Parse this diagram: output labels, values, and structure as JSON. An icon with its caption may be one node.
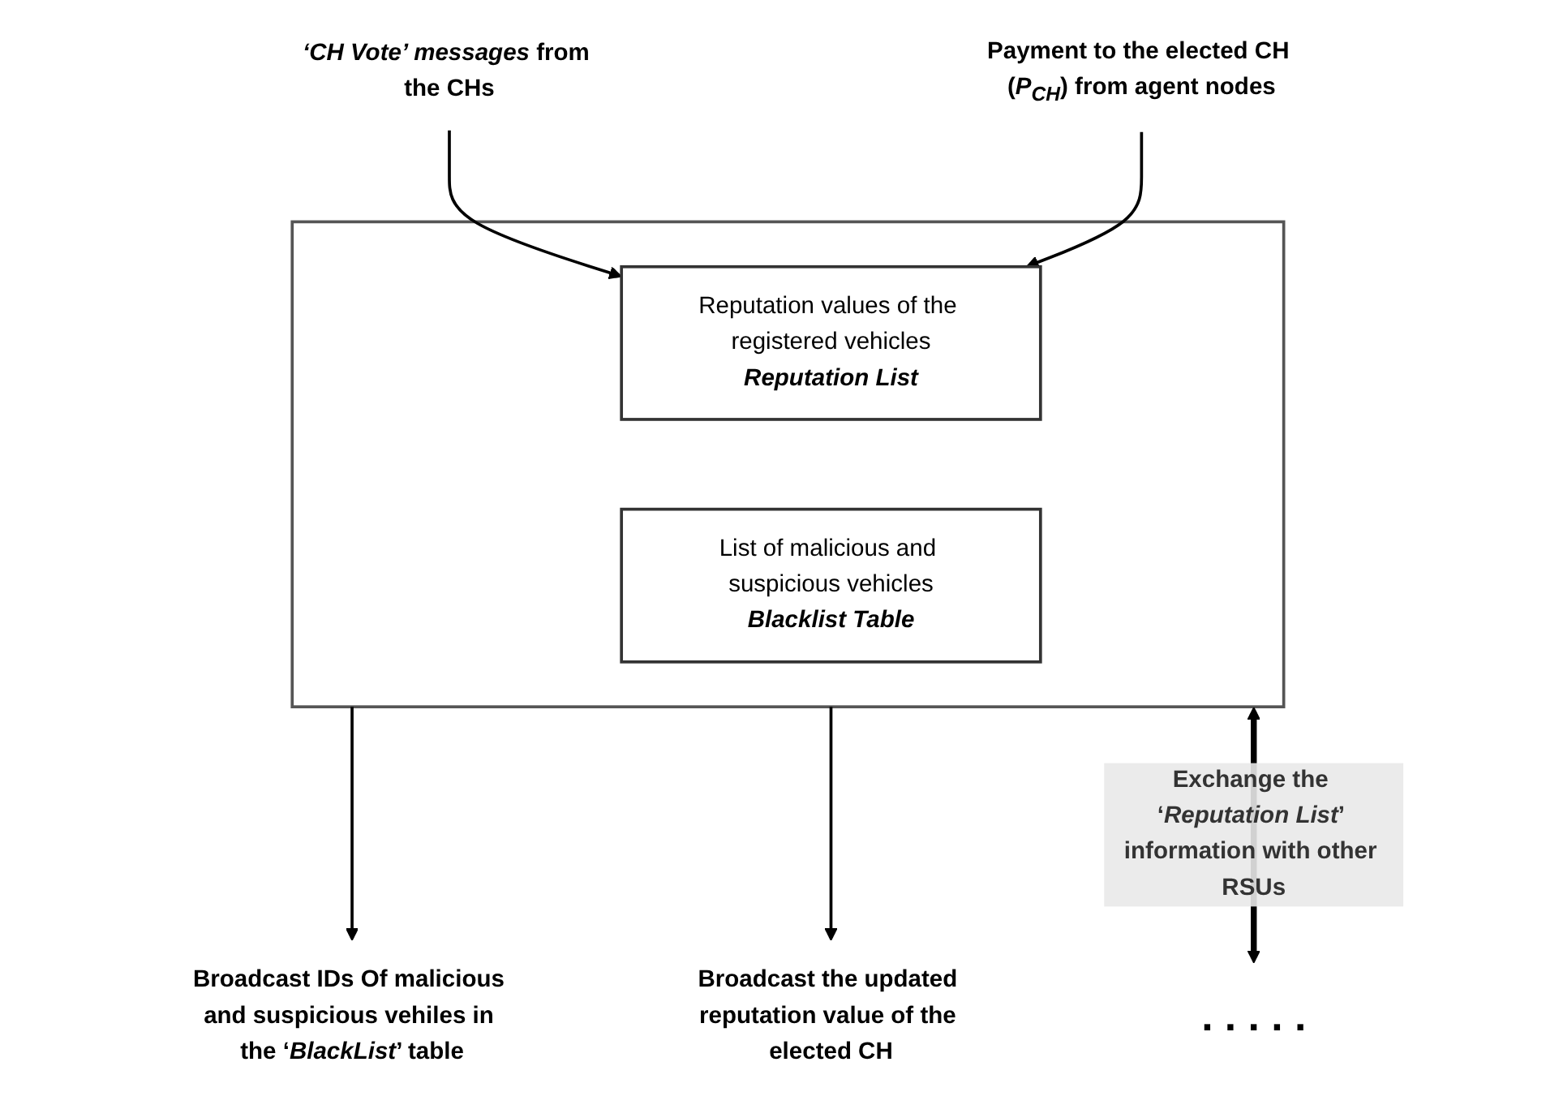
{
  "diagram": {
    "nodes": [
      {
        "text": [],
        "shape": "box"
      },
      {
        "text": [
          "List of malicious and suspicious vehicles",
          "Blacklist Table"
        ],
        "in": 0
      },
      {
        "text": [
          "Reputation values of the registered vehicles",
          "Reputation List"
        ],
        "in": 0
      },
      {
        "text": [
          "*‘CH Vote’ messages* from the CHs"
        ]
      },
      {
        "text": [
          "Payment to the elected CH (*P$_{CH}$*) from agent nodes"
        ]
      },
      {
        "text": [
          "Broadcast IDs Of malicious and suspicious vehiles in the ‘*BlackList*’ table"
        ]
      },
      {
        "text": [
          "Broadcast the updated reputation value of the elected CH"
        ]
      },
      {
        "text": [
          ". . . . ."
        ]
      }
    ],
    "edges": [
      {
        "from": 3,
        "to": 2,
        "arrow": "to"
      },
      {
        "from": 4,
        "to": 2,
        "arrow": "to"
      },
      {
        "from": 0,
        "to": 5,
        "arrow": "to"
      },
      {
        "from": 0,
        "to": 6,
        "arrow": "to"
      },
      {
        "from": 0,
        "to": 7,
        "arrow": "both",
        "style": "thick",
        "label": "Exchange the ‘*Reputation List*’ information with other RSUs"
      }
    ]
  }
}
